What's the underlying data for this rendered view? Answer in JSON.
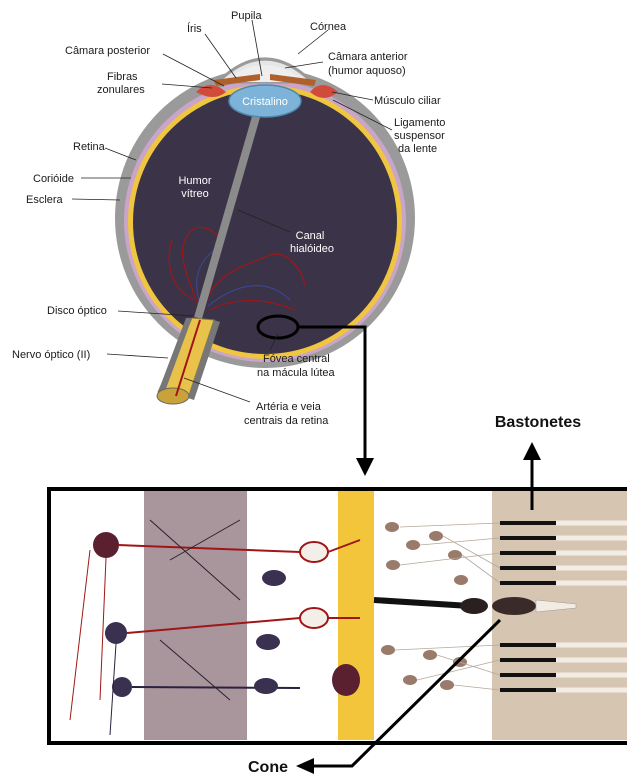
{
  "eye": {
    "labels": {
      "iris": "Íris",
      "pupil": "Pupila",
      "cornea": "Córnea",
      "posterior_chamber": "Câmara posterior",
      "anterior_chamber_1": "Câmara anterior",
      "anterior_chamber_2": "(humor aquoso)",
      "zonular_1": "Fibras",
      "zonular_2": "zonulares",
      "lens": "Cristalino",
      "ciliary_muscle": "Músculo ciliar",
      "ligament_1": "Ligamento",
      "ligament_2": "suspensor",
      "ligament_3": "da lente",
      "retina": "Retina",
      "choroid": "Corióide",
      "sclera": "Esclera",
      "vitreous_1": "Humor",
      "vitreous_2": "vítreo",
      "hyaloid_1": "Canal",
      "hyaloid_2": "hialóideo",
      "optic_disc": "Disco óptico",
      "optic_nerve": "Nervo óptico (II)",
      "fovea_1": "Fóvea central",
      "fovea_2": "na mácula lútea",
      "artery_1": "Artéria e veia",
      "artery_2": "centrais da retina"
    }
  },
  "retina_detail": {
    "rods_label": "Bastonetes",
    "cone_label": "Cone"
  },
  "colors": {
    "sclera": "#9a9a9a",
    "vitreous": "#3b3347",
    "choroid_band": "#a9969c",
    "macula_band": "#f2c53a",
    "photoreceptor_band": "#d6c6b1",
    "vessel": "#a01616",
    "nerve": "#e8c24a",
    "lens": "#7db3d8"
  }
}
